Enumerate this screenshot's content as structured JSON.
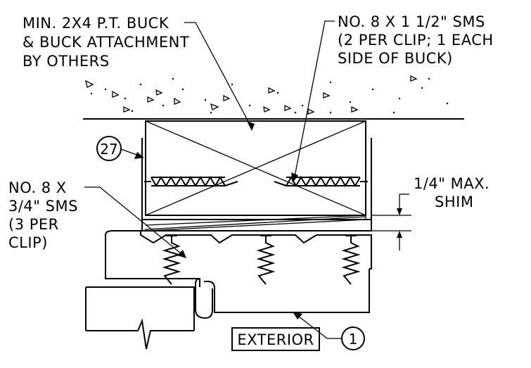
{
  "labels": {
    "buck_line1": "MIN. 2X4 P.T. BUCK",
    "buck_line2": "& BUCK ATTACHMENT",
    "buck_line3": "BY OTHERS",
    "sms_top_line1": "NO. 8 X 1 1/2\" SMS",
    "sms_top_line2": "(2 PER CLIP; 1 EACH",
    "sms_top_line3": "SIDE OF BUCK)",
    "sms_bottom_line1": "NO. 8 X",
    "sms_bottom_line2": "3/4\" SMS",
    "sms_bottom_line3": "(3 PER",
    "sms_bottom_line4": "CLIP)",
    "shim_line1": "1/4\" MAX.",
    "shim_line2": "SHIM",
    "exterior": "EXTERIOR"
  },
  "callouts": {
    "clip_number": "27",
    "frame_number": "1"
  }
}
